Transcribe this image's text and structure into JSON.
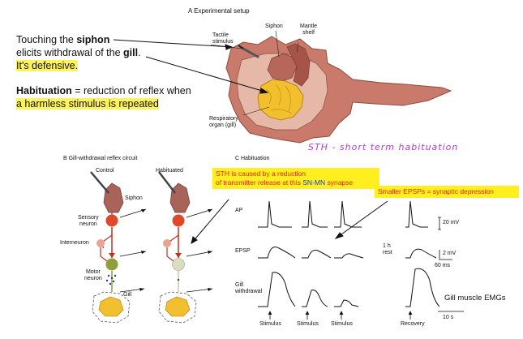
{
  "panelA": {
    "title": "A  Experimental setup",
    "labels": {
      "siphon": "Siphon",
      "mantle": "Mantle\nshelf",
      "tactile": "Tactile\nstimulus",
      "resp": "Respiratory\norgan (gill)"
    }
  },
  "notes": {
    "line1_a": "Touching the ",
    "line1_b": "siphon",
    "line2_a": "elicits withdrawal of the ",
    "line2_b": "gill",
    "line2_c": ".",
    "line3": "It's defensive.",
    "hab_term": "Habituation",
    "hab_eq": " = reduction of reflex when",
    "hab_line2": "a harmless stimulus is repeated"
  },
  "handwriting": "STH - short term habituation",
  "panelB": {
    "title": "B  Gill-withdrawal reflex circuit",
    "control": "Control",
    "habituated": "Habituated",
    "siphon": "Siphon",
    "sensory": "Sensory\nneuron",
    "inter": "Interneuron",
    "motor": "Motor\nneuron",
    "gill": "Gill"
  },
  "panelC": {
    "title": "C  Habituation",
    "ap": "AP",
    "epsp": "EPSP",
    "gillw": "Gill\nwithdrawal",
    "rest": "1 h\nrest",
    "scale20": "20 mV",
    "scale2": "2 mV",
    "ms60": "60 ms",
    "s10": "10 s",
    "emg": "Gill muscle EMGs",
    "stimulus": "Stimulus",
    "recovery": "Recovery"
  },
  "boxSTH": {
    "line1": "STH is caused by a reduction",
    "line2_a": "of transmitter release at this ",
    "line2_b": "SN-MN",
    "line2_c": " synapse"
  },
  "boxEPSP": {
    "text": "Smaller EPSPs =  synaptic depression"
  }
}
